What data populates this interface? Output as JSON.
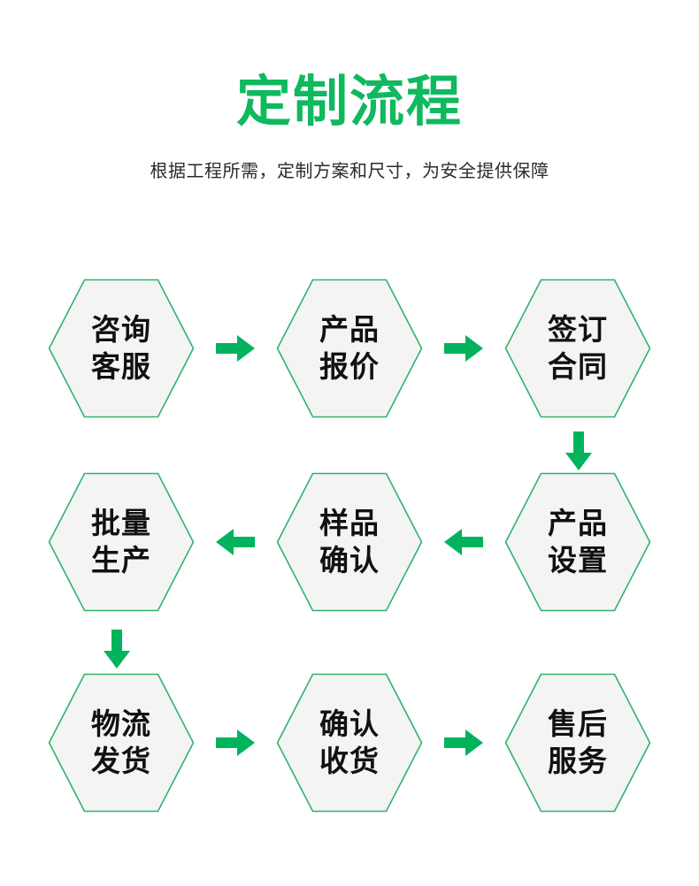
{
  "header": {
    "title": "定制流程",
    "subtitle": "根据工程所需，定制方案和尺寸，为安全提供保障"
  },
  "colors": {
    "accent_green": "#0fb95e",
    "hex_fill": "#f4f4f4",
    "hex_border": "#2fb26c",
    "text_dark": "#111111",
    "background": "#ffffff"
  },
  "flow": {
    "rows": [
      {
        "direction": "left-to-right",
        "arrow_icon": "arrow-right-icon",
        "steps": [
          {
            "index": "1",
            "line1": "咨询",
            "line2": "客服",
            "label": "咨询\n客服"
          },
          {
            "index": "2",
            "line1": "产品",
            "line2": "报价",
            "label": "产品\n报价"
          },
          {
            "index": "3",
            "line1": "签订",
            "line2": "合同",
            "label": "签订\n合同"
          }
        ]
      },
      {
        "direction": "right-to-left",
        "arrow_icon": "arrow-left-icon",
        "steps": [
          {
            "index": "4",
            "line1": "产品",
            "line2": "设置",
            "label": "产品\n设置"
          },
          {
            "index": "5",
            "line1": "样品",
            "line2": "确认",
            "label": "样品\n确认"
          },
          {
            "index": "6",
            "line1": "批量",
            "line2": "生产",
            "label": "批量\n生产"
          }
        ]
      },
      {
        "direction": "left-to-right",
        "arrow_icon": "arrow-right-icon",
        "steps": [
          {
            "index": "7",
            "line1": "物流",
            "line2": "发货",
            "label": "物流\n发货"
          },
          {
            "index": "8",
            "line1": "确认",
            "line2": "收货",
            "label": "确认\n收货"
          },
          {
            "index": "9",
            "line1": "售后",
            "line2": "服务",
            "label": "售后\n服务"
          }
        ]
      }
    ],
    "connectors": [
      {
        "icon": "arrow-down-icon",
        "position": "right",
        "from": "签订合同",
        "to": "产品设置"
      },
      {
        "icon": "arrow-down-icon",
        "position": "left",
        "from": "批量生产",
        "to": "物流发货"
      }
    ]
  }
}
